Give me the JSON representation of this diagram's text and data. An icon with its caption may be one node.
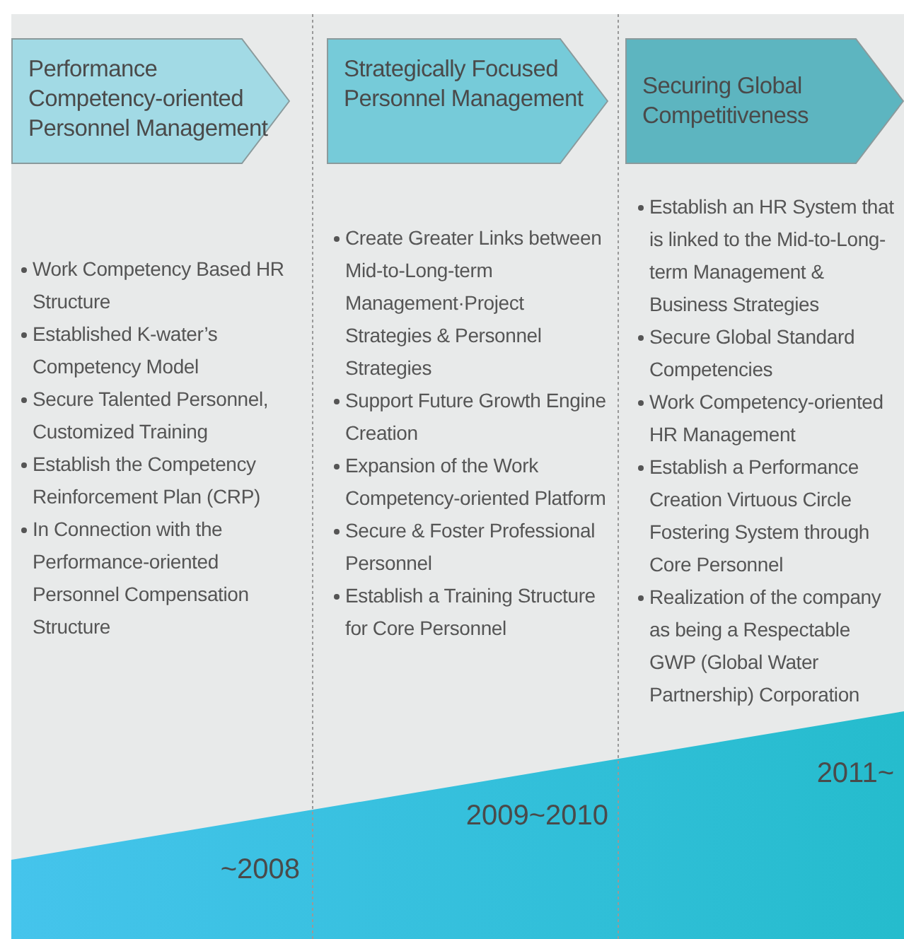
{
  "diagram": {
    "nodes": [
      {
        "text": [
          "Performance Competency-oriented Personnel Management"
        ]
      },
      {
        "text": [
          "Strategically Focused Personnel Management"
        ]
      },
      {
        "text": [
          "Securing Global Competitiveness"
        ]
      }
    ],
    "labels": [
      "Work Competency Based HR Structure",
      "Established K-water’s Competency Model",
      "Secure Talented Personnel, Customized Training",
      "Establish the Competency Reinforcement Plan (CRP)",
      "In Connection with the Performance-oriented Personnel Compensation Structure",
      "Create Greater Links between Mid-to-Long-term Management·Project Strategies & Personnel Strategies",
      "Support Future Growth Engine Creation",
      "Expansion of the Work Competency-oriented Platform",
      "Secure & Foster Professional Personnel",
      "Establish a Training Structure for Core Personnel",
      "Establish an HR System that is linked to the Mid-to-Long-term Management & Business Strategies",
      "Secure Global Standard Competencies",
      "Work Competency-oriented HR Management",
      "Establish a Performance Creation Virtuous Circle Fostering System through Core Personnel",
      "Realization of the company as being a Respectable GWP (Global Water Partnership) Corporation",
      "~2008",
      "2009~2010",
      "2011~"
    ]
  }
}
